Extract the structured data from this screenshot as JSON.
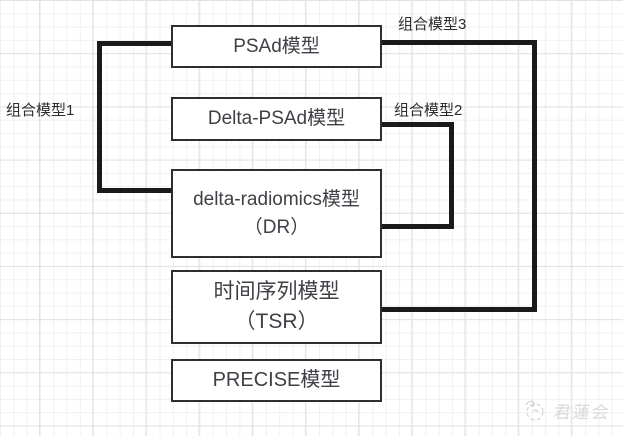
{
  "diagram": {
    "boxes": {
      "psad": {
        "label": "PSAd模型"
      },
      "delta_psad": {
        "label": "Delta-PSAd模型"
      },
      "dr": {
        "line1": "delta-radiomics模型",
        "line2": "（DR）"
      },
      "tsr": {
        "line1": "时间序列模型",
        "line2": "（TSR）"
      },
      "precise": {
        "label": "PRECISE模型"
      }
    },
    "labels": {
      "combo1": "组合模型1",
      "combo2": "组合模型2",
      "combo3": "组合模型3"
    },
    "connections": [
      {
        "name": "组合模型1",
        "side": "left",
        "links": [
          "PSAd模型",
          "delta-radiomics模型（DR）"
        ]
      },
      {
        "name": "组合模型2",
        "side": "right",
        "links": [
          "Delta-PSAd模型",
          "delta-radiomics模型（DR）"
        ]
      },
      {
        "name": "组合模型3",
        "side": "right",
        "links": [
          "PSAd模型",
          "时间序列模型（TSR）"
        ]
      }
    ]
  },
  "watermark": {
    "icon": "lotus-sketch-icon",
    "text": "君蓮会"
  },
  "colors": {
    "background": "#ffffff",
    "grid_minor": "#f0f0f2",
    "grid_major": "#e2e2e5",
    "box_border": "#2e2e2e",
    "box_text": "#3f3f46",
    "connector": "#1a1a1a",
    "label_text": "#2d2d2d",
    "watermark": "#d9d9d9"
  }
}
